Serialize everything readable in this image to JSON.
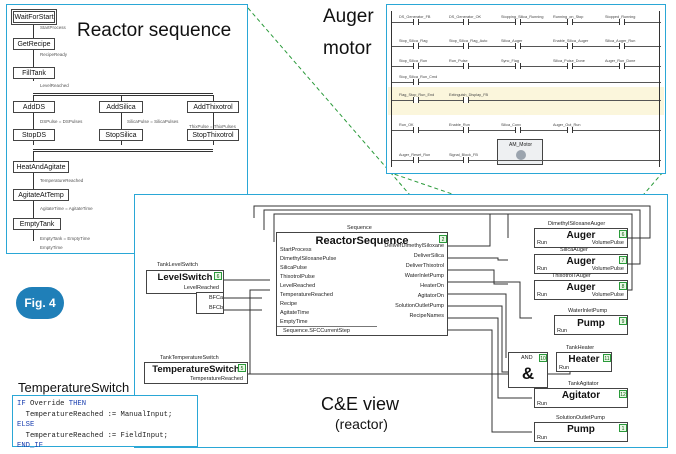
{
  "figure_badge": "Fig. 4",
  "panels": {
    "reactor_sequence": {
      "title": "Reactor sequence",
      "steps": [
        "WaitForStart",
        "GetRecipe",
        "FillTank",
        "AddDS",
        "AddSilica",
        "AddThixotrol",
        "StopDS",
        "StopSilica",
        "StopThixotrol",
        "HeatAndAgitate",
        "AgitateAtTemp",
        "EmptyTank"
      ],
      "transitions": [
        "StartProcess",
        "RecipeReady",
        "LevelReached",
        "DSPulse = DSPulses",
        "SilicaPulse = SilicaPulses",
        "ThixPulse = ThixPulses",
        "TemperatureReached",
        "AgitateTime = AgitateTime",
        "EmptyTank = EmptyTime",
        "EmptyTime"
      ]
    },
    "auger_motor": {
      "title_line1": "Auger",
      "title_line2": "motor",
      "rows": [
        [
          "DS_Generator_FB",
          "DS_Generator_OK",
          "Stopping_Silica_Running",
          "Running_on_Stop",
          "Stopped_Running"
        ],
        [
          "Stop_Silica_Flag",
          "Stop_Silica_Flag_Auto",
          "Silica_Auger",
          "Enable_Silica_Auger",
          "Silica_Auger_Run"
        ],
        [
          "Stop_Silica_Run",
          "Run_Pulse",
          "Sync_Flag",
          "Silica_Pulse_Done",
          "Auger_Run_Done"
        ],
        [
          "Stop_Silica_Run_Cmd"
        ],
        [
          "Flag_Stop_Run_End",
          "Extinguish_Display_FB"
        ],
        [
          "Run_OK",
          "Enable_Run",
          "Silica_Conv",
          "Auger_Out_Run"
        ],
        [
          "Auger_Reset_Run",
          "Signal_Block_FB"
        ]
      ],
      "func_block_title": "AM_Motor"
    },
    "ce_view": {
      "title": "C&E view",
      "subtitle": "(reactor)",
      "blocks": {
        "reactor_sequence": {
          "instance": "Sequence",
          "type": "ReactorSequence",
          "number": "2",
          "inputs": [
            "StartProcess",
            "DimethylSiloxanePulse",
            "SilicaPulse",
            "ThixotrolPulse",
            "LevelReached",
            "TemperatureReached",
            "Recipe",
            "AgitateTime",
            "EmptyTime"
          ],
          "outputs": [
            "DeliverDimethylSiloxane",
            "DeliverSilica",
            "DeliverThixotrol",
            "WaterInletPump",
            "HeaterOn",
            "AgitatorOn",
            "SolutionOutletPump",
            "RecipeNames"
          ],
          "footer": "Sequence.SFCCurrentStep"
        },
        "level_switch": {
          "instance": "TankLevelSwitch",
          "type": "LevelSwitch",
          "number": "6",
          "output": "LevelReached"
        },
        "bfc": {
          "inputs": [
            "BFCa",
            "BFCb"
          ]
        },
        "auger1": {
          "instance": "DimethylSiloxaneAuger",
          "type": "Auger",
          "number": "6",
          "input": "Run",
          "output": "VolumePulse"
        },
        "auger2": {
          "instance": "SilicaAuger",
          "type": "Auger",
          "number": "7",
          "input": "Run",
          "output": "VolumePulse"
        },
        "auger3": {
          "instance": "ThixotrolTAuger",
          "type": "Auger",
          "number": "8",
          "input": "Run",
          "output": "VolumePulse"
        },
        "pump1": {
          "instance": "WaterInletPump",
          "type": "Pump",
          "number": "9",
          "input": "Run"
        },
        "and_gate": {
          "type": "AND",
          "symbol": "&",
          "number": "10"
        },
        "heater": {
          "instance": "TankHeater",
          "type": "Heater",
          "number": "11",
          "input": "Run"
        },
        "agitator": {
          "instance": "TankAgitator",
          "type": "Agitator",
          "number": "12",
          "input": "Run"
        },
        "pump2": {
          "instance": "SolutionOutletPump",
          "type": "Pump",
          "number": "1",
          "input": "Run"
        },
        "temperature_switch": {
          "instance": "TankTemperatureSwitch",
          "type": "TemperatureSwitch",
          "number": "5",
          "output": "TemperatureReached"
        }
      }
    },
    "temperature_code": {
      "title": "TemperatureSwitch",
      "lines": [
        {
          "kw": "IF",
          "rest": " Override ",
          "kw2": "THEN"
        },
        {
          "kw": "",
          "rest": "  TemperatureReached := ManualInput;",
          "kw2": ""
        },
        {
          "kw": "ELSE",
          "rest": "",
          "kw2": ""
        },
        {
          "kw": "",
          "rest": "  TemperatureReached := FieldInput;",
          "kw2": ""
        },
        {
          "kw": "END_IF",
          "rest": "",
          "kw2": ""
        }
      ]
    }
  },
  "colors": {
    "panel_border": "#2aa7d6",
    "connector": "#2a9a3a",
    "badge": "#1f7fb8",
    "keyword": "#1a3fb0"
  }
}
